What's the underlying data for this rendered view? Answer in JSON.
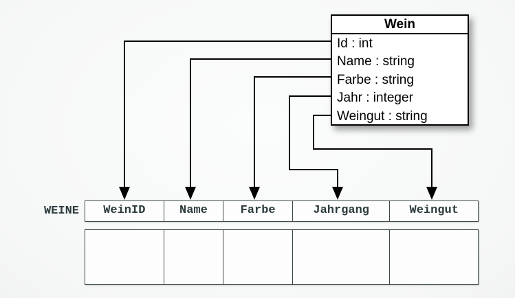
{
  "diagram": {
    "background_color": "#f8f9f9",
    "line_color": "#000000"
  },
  "uml_class": {
    "title": "Wein",
    "attributes": [
      "Id : int",
      "Name : string",
      "Farbe : string",
      "Jahr : integer",
      "Weingut : string"
    ]
  },
  "relation_table": {
    "name": "WEINE",
    "columns": [
      "WeinID",
      "Name",
      "Farbe",
      "Jahrgang",
      "Weingut"
    ],
    "empty_row": [
      "",
      "",
      "",
      "",
      ""
    ],
    "header_text_color": "#2d3b3d",
    "border_color": "#3e4a4b"
  },
  "mappings": [
    {
      "from": "Id",
      "to": "WeinID"
    },
    {
      "from": "Name",
      "to": "Name"
    },
    {
      "from": "Farbe",
      "to": "Farbe"
    },
    {
      "from": "Jahr",
      "to": "Jahrgang"
    },
    {
      "from": "Weingut",
      "to": "Weingut"
    }
  ]
}
